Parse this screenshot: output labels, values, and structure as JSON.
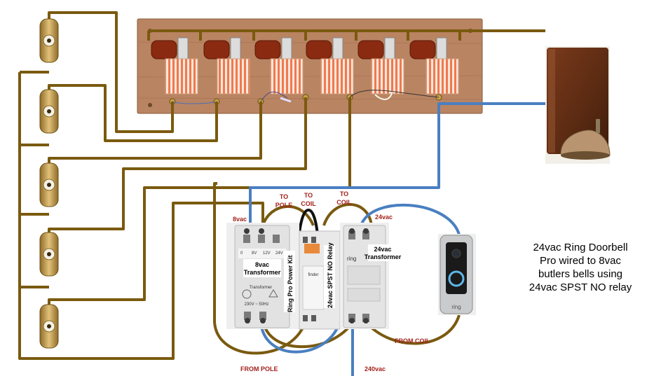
{
  "labels": {
    "to_pole": [
      "TO",
      "POLE"
    ],
    "to_coil_1": [
      "TO",
      "COIL"
    ],
    "to_coil_2": [
      "TO",
      "COIL"
    ],
    "v8": "8vac",
    "v24": "24vac",
    "from_pole": "FROM POLE",
    "from_coil": "FROM COIL",
    "v240": "240vac"
  },
  "transformer_8": {
    "title": [
      "8vac",
      "Transformer"
    ],
    "brand": "Transformer",
    "spec": "230V ~ 50Hz",
    "taps": [
      "0",
      "8V",
      "12V",
      "24V"
    ]
  },
  "transformer_24": {
    "title": [
      "24vac",
      "Transformer"
    ],
    "brand": "ring"
  },
  "relay": {
    "kit": "Ring Pro Power Kit",
    "title": "24vac SPST NO Relay",
    "brand": "finder"
  },
  "doorbell": {
    "brand": "ring"
  },
  "caption": [
    "24vac Ring Doorbell",
    "Pro wired to 8vac",
    "butlers bells using",
    "24vac SPST NO relay"
  ],
  "colors": {
    "brown_wire": "#7a5a0f",
    "blue_wire": "#4a7fc1",
    "black_wire": "#111111",
    "label_red": "#a3221c",
    "board": "#b98462"
  }
}
